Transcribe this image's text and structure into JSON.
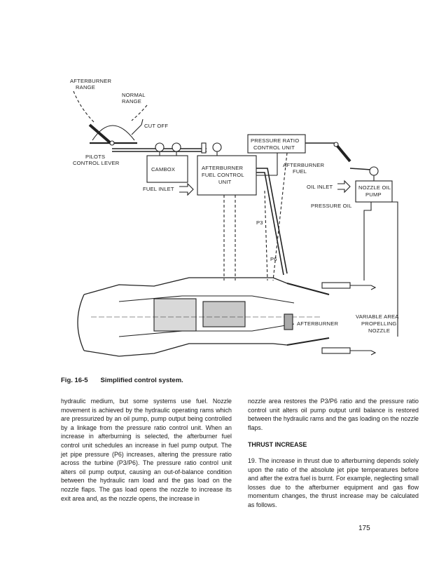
{
  "figure": {
    "labels": {
      "afterburner_range_1": "AFTERBURNER",
      "afterburner_range_2": "RANGE",
      "normal_range_1": "NORMAL",
      "normal_range_2": "RANGE",
      "cut_off": "CUT OFF",
      "pilots_lever_1": "PILOTS",
      "pilots_lever_2": "CONTROL LEVER",
      "cambox": "CAMBOX",
      "ab_fcu_1": "AFTERBURNER",
      "ab_fcu_2": "FUEL CONTROL",
      "ab_fcu_3": "UNIT",
      "fuel_inlet": "FUEL INLET",
      "pressure_ratio_1": "PRESSURE RATIO",
      "pressure_ratio_2": "CONTROL UNIT",
      "ab_fuel_1": "AFTERBURNER",
      "ab_fuel_2": "FUEL",
      "oil_inlet": "OIL INLET",
      "nozzle_pump_1": "NOZZLE OIL",
      "nozzle_pump_2": "PUMP",
      "pressure_oil": "PRESSURE OIL",
      "p3": "P3",
      "p6": "P6",
      "afterburner": "AFTERBURNER",
      "van_1": "VARIABLE AREA",
      "van_2": "PROPELLING",
      "van_3": "NOZZLE"
    }
  },
  "caption": {
    "number": "Fig. 16-5",
    "text": "Simplified control system."
  },
  "body": {
    "left_para": "hydraulic medium, but some systems use fuel. Nozzle movement is achieved by the hydraulic operating rams which are pressurized by an oil pump, pump output being controlled by a linkage from the pressure ratio control unit. When an increase in afterburning is selected, the afterburner fuel control unit schedules an increase in fuel pump output. The jet pipe pressure (P6) increases, altering the pressure ratio across the turbine (P3/P6). The pressure ratio control unit alters oil pump output, causing an out-of-balance condition between the hydraulic ram load and the gas load on the nozzle flaps. The gas load opens the nozzle to increase its exit area and, as the nozzle opens, the increase in",
    "right_para1": "nozzle area restores the P3/P6 ratio and the pressure ratio control unit alters oil pump output until balance is restored between the hydraulic rams and the gas loading on the nozzle flaps.",
    "heading": "THRUST INCREASE",
    "right_para2": "19. The increase in thrust due to afterburning depends solely upon the ratio of the absolute jet pipe temperatures before and after the extra fuel is burnt. For example, neglecting small losses due to the afterburner equipment and gas flow momentum changes, the thrust increase may be calculated as follows."
  },
  "page_number": "175"
}
